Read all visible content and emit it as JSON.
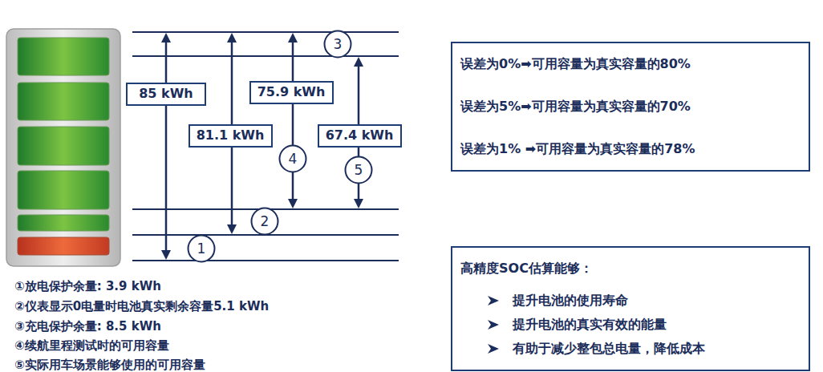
{
  "diagram": {
    "nodes": [
      {
        "text": [
          "3"
        ]
      },
      {
        "text": [
          "85 kWh"
        ]
      },
      {
        "text": [
          "75.9 kWh"
        ]
      },
      {
        "text": [
          "81.1 kWh"
        ]
      },
      {
        "text": [
          "67.4 kWh"
        ]
      },
      {
        "text": [
          "4"
        ]
      },
      {
        "text": [
          "5"
        ]
      },
      {
        "text": [
          "2"
        ]
      },
      {
        "text": [
          "1"
        ]
      },
      {
        "text": [
          "误差为0%➡可用容量为真实容量的80%",
          "误差为5%➡可用容量为真实容量的70%",
          "误差为1% ➡可用容量为真实容量的78%"
        ]
      },
      {
        "text": [
          "高精度SOC估算能够：",
          "提升电池的使用寿命",
          "提升电池的真实有效的能量",
          "有助于减少整包总电量，降低成本"
        ]
      }
    ],
    "labels": [
      "①放电保护余量: 3.9 kWh",
      "②仪表显示0电量时电池真实剩余容量5.1 kWh",
      "③充电保护余量: 8.5 kWh",
      "④续航里程测试时的可用容量",
      "⑤实际用车场景能够使用的可用容量"
    ]
  }
}
